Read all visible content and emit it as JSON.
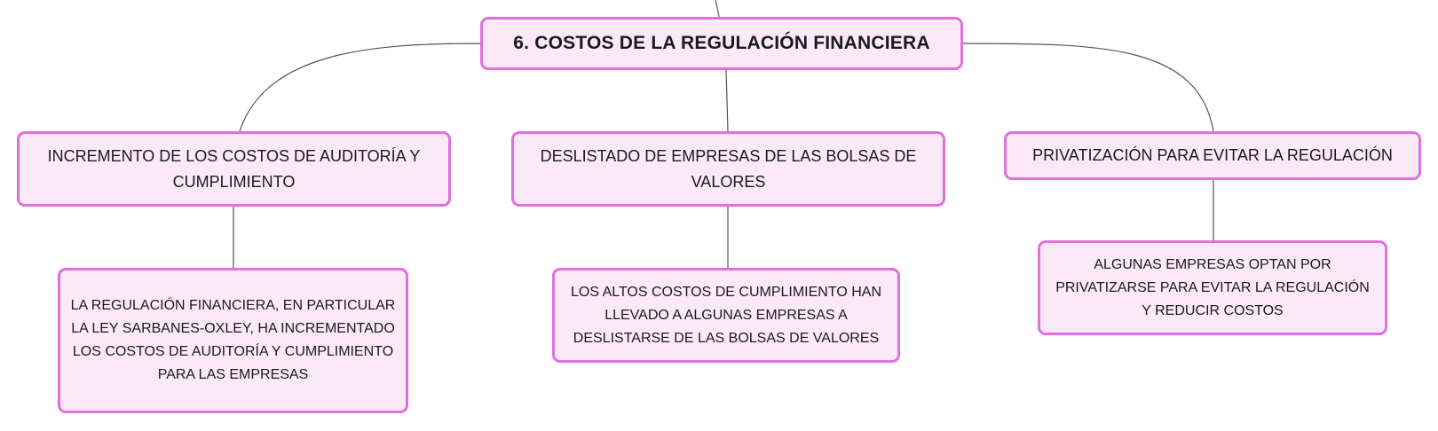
{
  "diagram": {
    "central": "6. COSTOS DE LA REGULACIÓN FINANCIERA",
    "branches": [
      {
        "label": "INCREMENTO DE LOS COSTOS DE AUDITORÍA Y CUMPLIMIENTO",
        "detail": "LA REGULACIÓN FINANCIERA, EN PARTICULAR LA LEY SARBANES-OXLEY, HA INCREMENTADO LOS COSTOS DE AUDITORÍA Y CUMPLIMIENTO PARA LAS EMPRESAS"
      },
      {
        "label": "DESLISTADO DE EMPRESAS DE LAS BOLSAS DE VALORES",
        "detail": "LOS ALTOS COSTOS DE CUMPLIMIENTO HAN LLEVADO A ALGUNAS EMPRESAS A DESLISTARSE DE LAS BOLSAS DE VALORES"
      },
      {
        "label": "PRIVATIZACIÓN PARA EVITAR LA REGULACIÓN",
        "detail": "ALGUNAS EMPRESAS OPTAN POR PRIVATIZARSE PARA EVITAR LA REGULACIÓN Y REDUCIR COSTOS"
      }
    ],
    "colors": {
      "node_fill": "#fce9f8",
      "node_border": "#e070dc",
      "connector": "#555555"
    }
  }
}
